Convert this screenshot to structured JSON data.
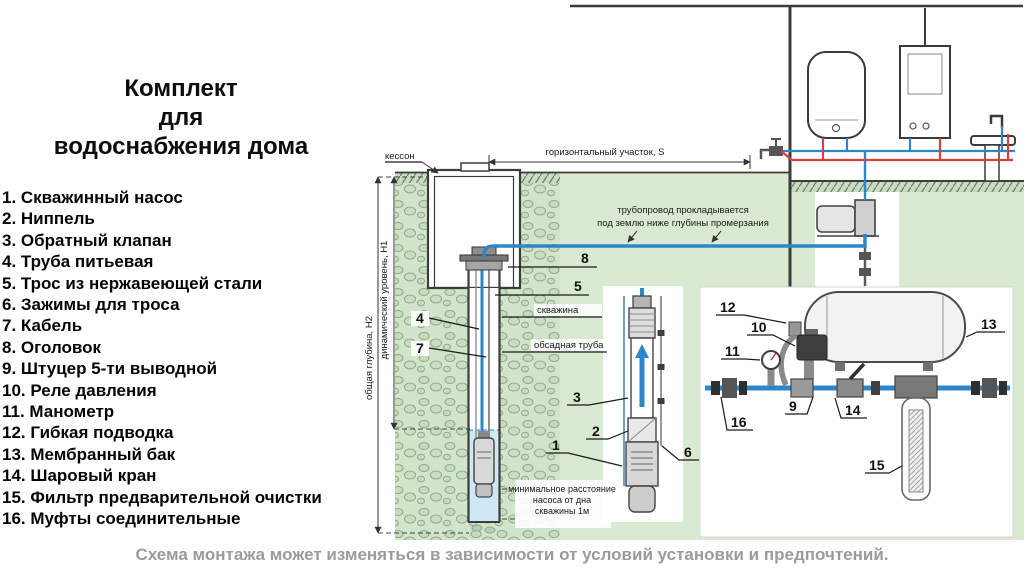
{
  "title": {
    "line1": "Комплект",
    "line2": "для",
    "line3": "водоснабжения дома"
  },
  "parts": [
    "1. Скважинный насос",
    "2. Ниппель",
    "3. Обратный клапан",
    "4. Труба питьевая",
    "5. Трос из нержавеющей стали",
    "6. Зажимы для троса",
    "7. Кабель",
    "8. Оголовок",
    "9. Штуцер 5-ти выводной",
    "10. Реле давления",
    "11. Манометр",
    "12. Гибкая подводка",
    "13. Мембранный бак",
    "14. Шаровый кран",
    "15. Фильтр предварительной очистки",
    "16. Муфты соединительные"
  ],
  "diagram": {
    "kesson": "кессон",
    "horizontal": "горизонтальный участок, S",
    "pipe_note1": "трубопровод прокладывается",
    "pipe_note2": "под землю ниже глубины промерзания",
    "depth_total": "общая глубина, H2",
    "depth_dynamic": "динамический уровень, H1",
    "well": "скважина",
    "casing": "обсадная труба",
    "min1": "минимальное расстояние",
    "min2": "насоса от дна",
    "min3": "скважины 1м",
    "callouts": {
      "n1": "1",
      "n2": "2",
      "n3": "3",
      "n4": "4",
      "n5": "5",
      "n6": "6",
      "n7": "7",
      "n8": "8",
      "n9": "9",
      "n10": "10",
      "n11": "11",
      "n12": "12",
      "n13": "13",
      "n14": "14",
      "n15": "15",
      "n16": "16"
    }
  },
  "footer": "Схема монтажа может изменяться в зависимости от условий установки и предпочтений.",
  "colors": {
    "cold_water": "#2e86c9",
    "hot_water": "#d9403a",
    "ground_green": "#d9e9d2",
    "line_dark": "#3c3c3c"
  }
}
